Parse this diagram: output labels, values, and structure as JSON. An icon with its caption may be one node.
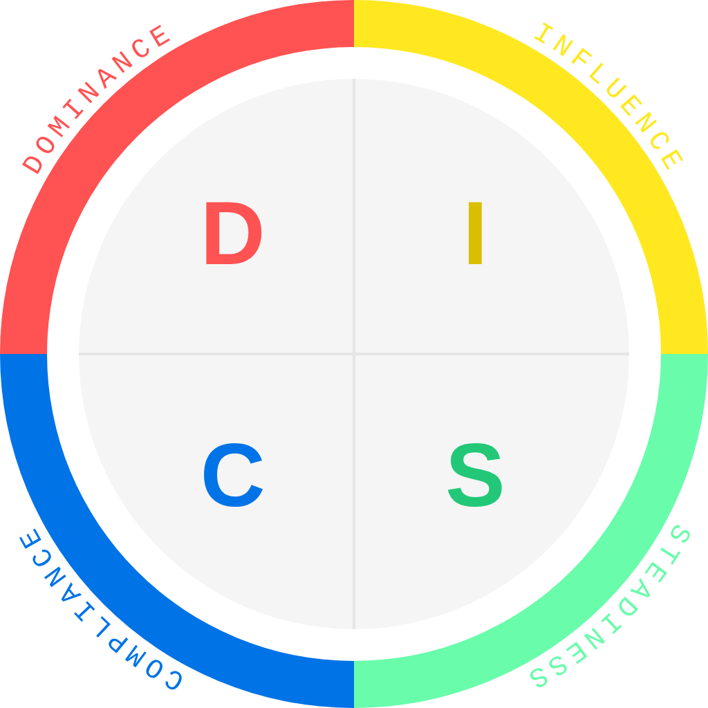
{
  "diagram": {
    "nodes": [
      {
        "text": [
          "DOMINANCE"
        ]
      },
      {
        "text": [
          "INFLUENCE"
        ]
      },
      {
        "text": [
          "D"
        ]
      },
      {
        "text": [
          "I"
        ]
      },
      {
        "text": [
          "C"
        ]
      },
      {
        "text": [
          "S"
        ]
      },
      {
        "text": [
          "COMPLIANCE"
        ]
      },
      {
        "text": [
          "STEADINESS"
        ]
      }
    ]
  }
}
